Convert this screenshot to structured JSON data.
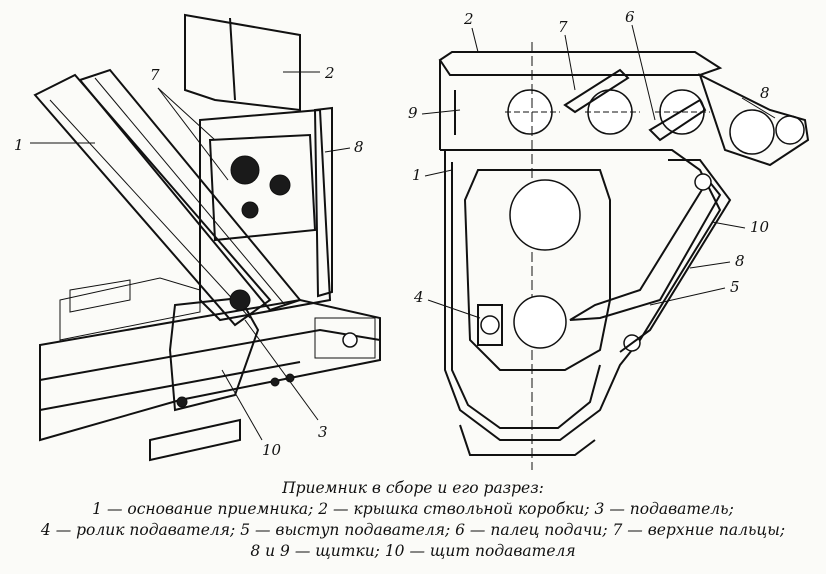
{
  "labels": {
    "left": [
      "1",
      "2",
      "7",
      "8",
      "3",
      "10"
    ],
    "right": [
      "2",
      "7",
      "6",
      "9",
      "8",
      "1",
      "10",
      "8",
      "4",
      "5"
    ]
  },
  "caption": {
    "title": "Приемник в сборе и его разрез:",
    "line1": "1 — основание приемника; 2 — крышка ствольной коробки; 3 — подаватель;",
    "line2": "4 — ролик подавателя; 5 — выступ подавателя; 6 — палец подачи; 7 — верхние пальцы;",
    "line3": "8 и 9 — щитки; 10  — щит подавателя"
  }
}
